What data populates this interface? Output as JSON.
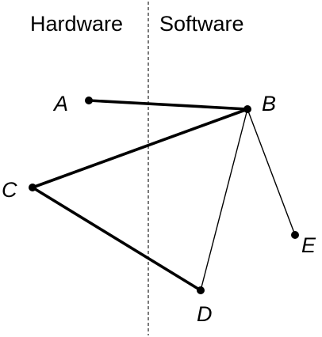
{
  "regions": {
    "left_label": "Hardware",
    "right_label": "Software"
  },
  "nodes": [
    {
      "id": "A",
      "label": "A"
    },
    {
      "id": "B",
      "label": "B"
    },
    {
      "id": "C",
      "label": "C"
    },
    {
      "id": "D",
      "label": "D"
    },
    {
      "id": "E",
      "label": "E"
    }
  ],
  "edges": [
    {
      "from": "A",
      "to": "B",
      "weight": "thick"
    },
    {
      "from": "B",
      "to": "C",
      "weight": "thick"
    },
    {
      "from": "C",
      "to": "D",
      "weight": "thick"
    },
    {
      "from": "B",
      "to": "D",
      "weight": "thin"
    },
    {
      "from": "B",
      "to": "E",
      "weight": "thin"
    }
  ],
  "colors": {
    "ink": "#000000",
    "divider": "#333333",
    "background": "#ffffff"
  }
}
